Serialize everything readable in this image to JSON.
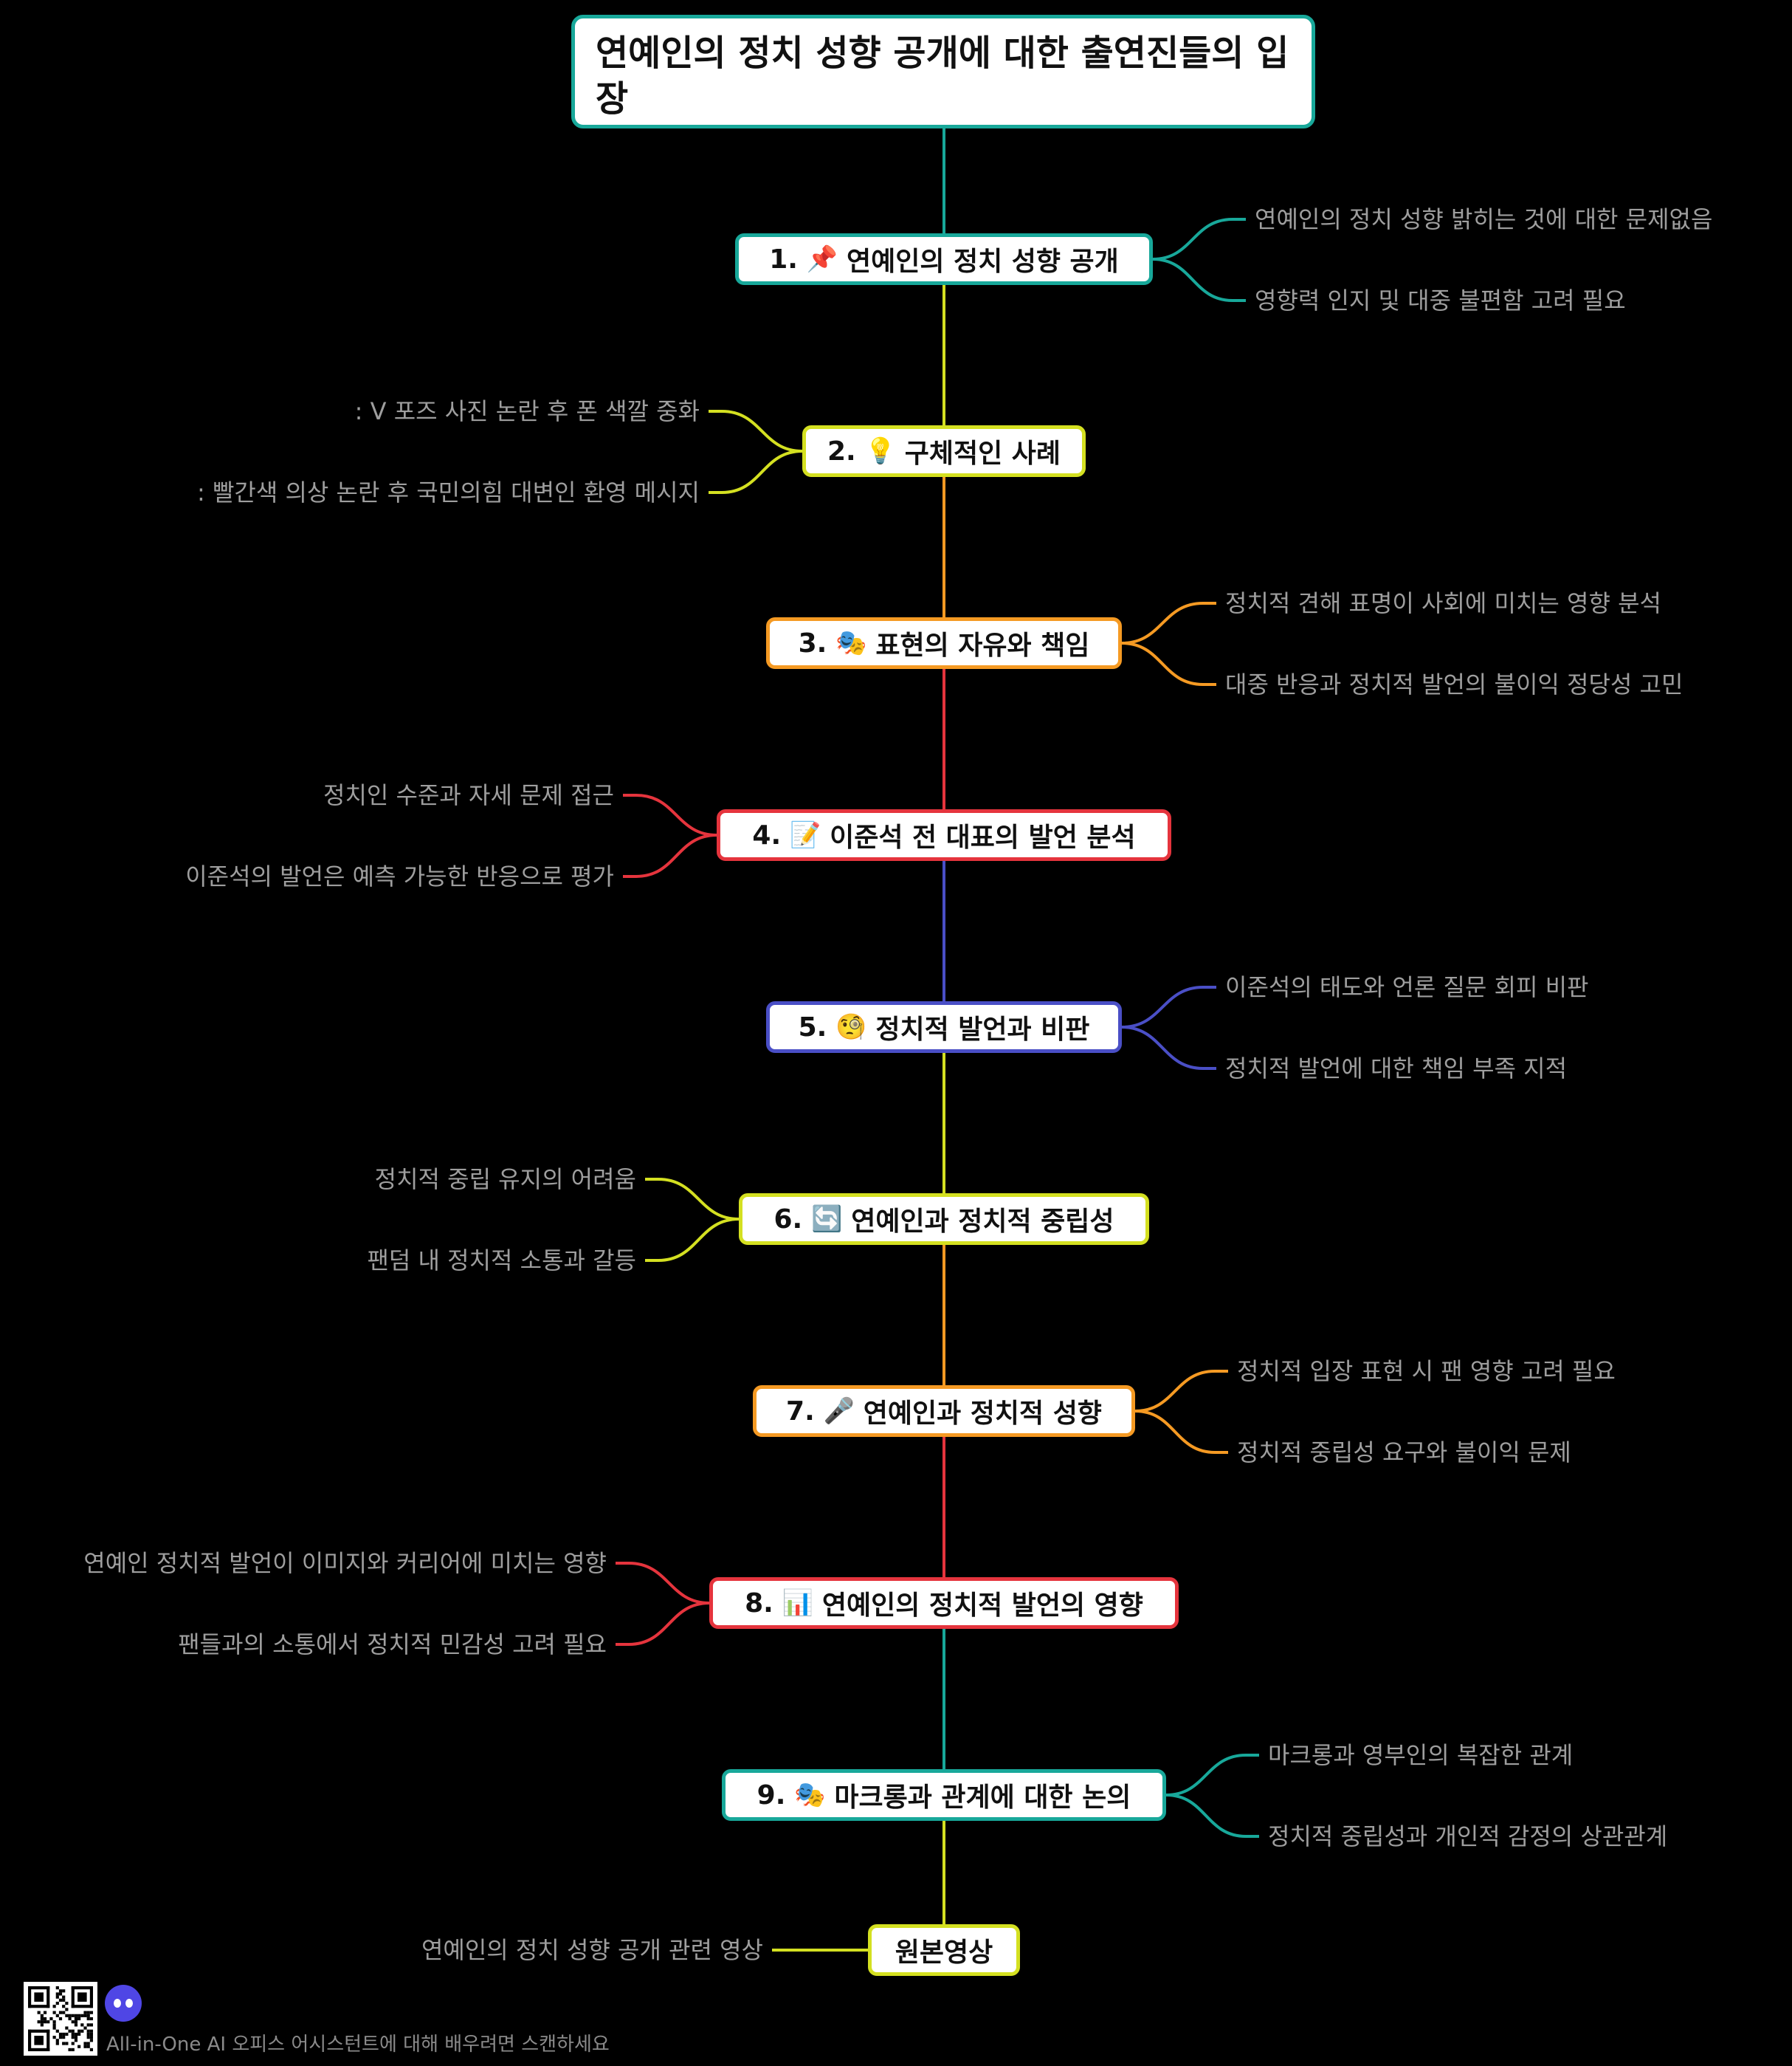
{
  "title": "연예인의 정치 성향 공개에 대한 출연진들의 입장",
  "sections": [
    {
      "label": "1. 📌 연예인의 정치 성향 공개",
      "num": "1.",
      "text": "연예인의 정치 성향 공개",
      "icon": "pushpin-icon",
      "glyph": "📌",
      "color": "#18a89a",
      "side": "right",
      "leaves": [
        "연예인의 정치 성향 밝히는 것에 대한 문제없음",
        "영향력 인지 및 대중 불편함 고려 필요"
      ]
    },
    {
      "num": "2.",
      "text": "구체적인 사례",
      "icon": "lightbulb-icon",
      "glyph": "💡",
      "color": "#d4e021",
      "side": "left",
      "leaves": [
        ": V 포즈 사진 논란 후 폰 색깔 중화",
        ": 빨간색 의상 논란 후 국민의힘 대변인 환영 메시지"
      ]
    },
    {
      "num": "3.",
      "text": "표현의 자유와 책임",
      "icon": "theater-masks-icon",
      "glyph": "🎭",
      "color": "#f59a23",
      "side": "right",
      "leaves": [
        "정치적 견해 표명이 사회에 미치는 영향 분석",
        "대중 반응과 정치적 발언의 불이익 정당성 고민"
      ]
    },
    {
      "num": "4.",
      "text": "이준석 전 대표의 발언 분석",
      "icon": "memo-icon",
      "glyph": "📝",
      "color": "#e5343d",
      "side": "left",
      "leaves": [
        "정치인 수준과 자세 문제 접근",
        "이준석의 발언은 예측 가능한 반응으로 평가"
      ]
    },
    {
      "num": "5.",
      "text": "정치적 발언과 비판",
      "icon": "face-with-monocle-icon",
      "glyph": "🧐",
      "color": "#4a4fc6",
      "side": "right",
      "leaves": [
        "이준석의 태도와 언론 질문 회피 비판",
        "정치적 발언에 대한 책임 부족 지적"
      ]
    },
    {
      "num": "6.",
      "text": "연예인과 정치적 중립성",
      "icon": "refresh-icon",
      "glyph": "🔄",
      "color": "#d4e021",
      "side": "left",
      "leaves": [
        "정치적 중립 유지의 어려움",
        "팬덤 내 정치적 소통과 갈등"
      ]
    },
    {
      "num": "7.",
      "text": "연예인과 정치적 성향",
      "icon": "microphone-icon",
      "glyph": "🎤",
      "color": "#f59a23",
      "side": "right",
      "leaves": [
        "정치적 입장 표현 시 팬 영향 고려 필요",
        "정치적 중립성 요구와 불이익 문제"
      ]
    },
    {
      "num": "8.",
      "text": "연예인의 정치적 발언의 영향",
      "icon": "bar-chart-icon",
      "glyph": "📊",
      "color": "#e5343d",
      "side": "left",
      "leaves": [
        "연예인 정치적 발언이 이미지와 커리어에 미치는 영향",
        "팬들과의 소통에서 정치적 민감성 고려 필요"
      ]
    },
    {
      "num": "9.",
      "text": "마크롱과 관계에 대한 논의",
      "icon": "theater-masks-icon",
      "glyph": "🎭",
      "color": "#18a89a",
      "side": "right",
      "leaves": [
        "마크롱과 영부인의 복잡한 관계",
        "정치적 중립성과 개인적 감정의 상관관계"
      ]
    },
    {
      "num": "",
      "text": "원본영상",
      "icon": "",
      "glyph": "",
      "color": "#d4e021",
      "side": "left",
      "leaves": [
        "연예인의 정치 성향 공개 관련 영상"
      ]
    }
  ],
  "footer": {
    "text": "All-in-One AI 오피스 어시스턴트에 대해 배우려면 스캔하세요",
    "qr_icon": "qr-code-icon",
    "logo_icon": "robot-logo-icon"
  }
}
